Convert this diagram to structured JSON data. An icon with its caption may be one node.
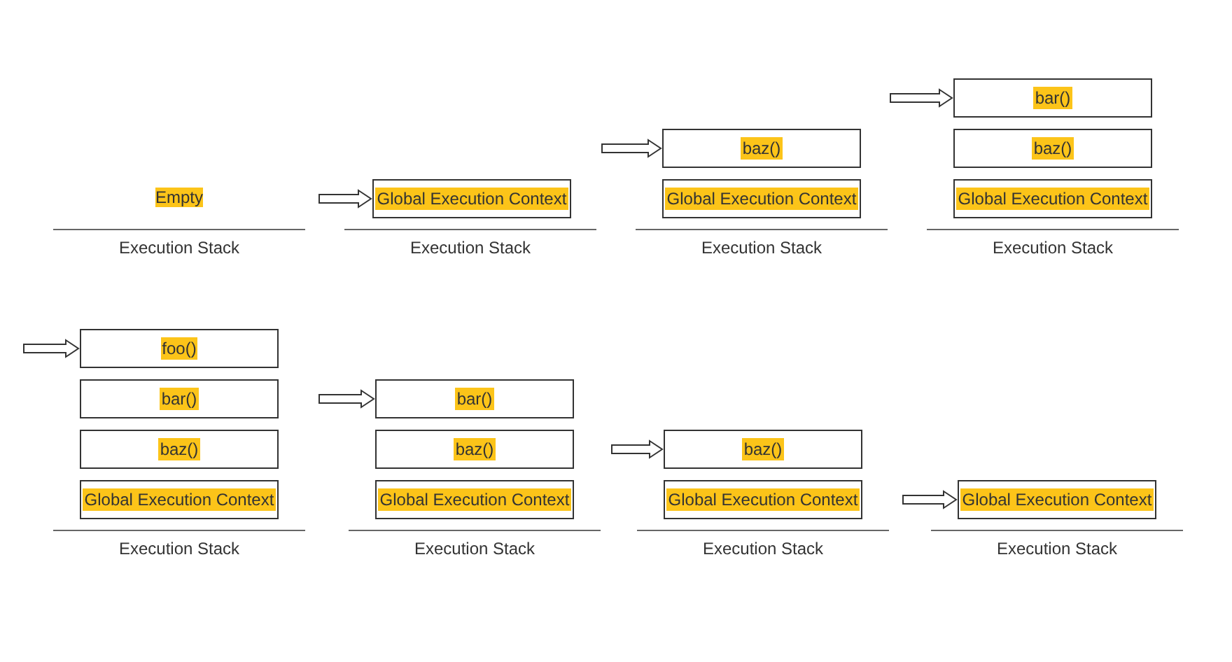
{
  "diagram": {
    "nodes": [
      {
        "text": [
          "Global Execution Context"
        ]
      },
      {
        "text": [
          "baz()"
        ]
      },
      {
        "text": [
          "Global Execution Context"
        ]
      },
      {
        "text": [
          "bar()"
        ]
      },
      {
        "text": [
          "baz()"
        ]
      },
      {
        "text": [
          "Global Execution Context"
        ]
      },
      {
        "text": [
          "foo()"
        ]
      },
      {
        "text": [
          "bar()"
        ]
      },
      {
        "text": [
          "baz()"
        ]
      },
      {
        "text": [
          "Global Execution Context"
        ]
      },
      {
        "text": [
          "bar()"
        ]
      },
      {
        "text": [
          "baz()"
        ]
      },
      {
        "text": [
          "Global Execution Context"
        ]
      },
      {
        "text": [
          "baz()"
        ]
      },
      {
        "text": [
          "Global Execution Context"
        ]
      },
      {
        "text": [
          "Global Execution Context"
        ]
      }
    ],
    "edges": [
      {
        "from": null,
        "to": 0,
        "arrow": "to"
      },
      {
        "from": null,
        "to": 1,
        "arrow": "to"
      },
      {
        "from": null,
        "to": 3,
        "arrow": "to"
      },
      {
        "from": null,
        "to": 6,
        "arrow": "to"
      },
      {
        "from": null,
        "to": 10,
        "arrow": "to"
      },
      {
        "from": null,
        "to": 13,
        "arrow": "to"
      },
      {
        "from": null,
        "to": 15,
        "arrow": "to"
      }
    ],
    "labels": [
      "Empty",
      "Execution Stack",
      "Execution Stack",
      "Execution Stack",
      "Execution Stack",
      "Execution Stack",
      "Execution Stack",
      "Execution Stack",
      "Execution Stack"
    ]
  }
}
